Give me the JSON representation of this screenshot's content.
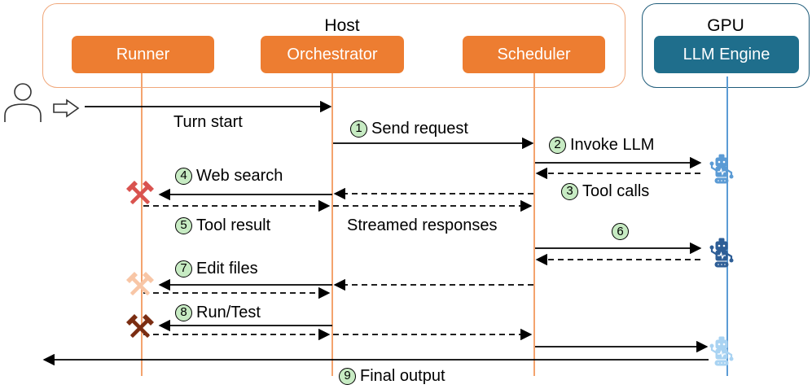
{
  "colors": {
    "host_border": "#F0A77A",
    "gpu_border": "#1F5C7A",
    "component_fill": "#ED7D31",
    "engine_fill": "#1F6E8C",
    "lifeline_orange": "#F4A36E",
    "lifeline_blue": "#5B9BD5",
    "step_badge_fill": "#C7EBC3",
    "arrow": "#000000"
  },
  "groups": {
    "host": {
      "title": "Host"
    },
    "gpu": {
      "title": "GPU"
    }
  },
  "components": {
    "runner": "Runner",
    "orchestrator": "Orchestrator",
    "scheduler": "Scheduler",
    "llm_engine": "LLM Engine"
  },
  "actors": {
    "user": "user-icon"
  },
  "tools": [
    {
      "name": "web-search-tool-icon",
      "color": "#D9534F"
    },
    {
      "name": "edit-files-tool-icon",
      "color": "#F8C6A6"
    },
    {
      "name": "run-test-tool-icon",
      "color": "#7B2D12"
    }
  ],
  "robots": [
    {
      "name": "llm-robot-icon-1",
      "color": "#5B9BD5"
    },
    {
      "name": "llm-robot-icon-2",
      "color": "#2E5E96"
    },
    {
      "name": "llm-robot-icon-3",
      "color": "#A9D3F2"
    }
  ],
  "labels": {
    "turn_start": "Turn start",
    "send_request": {
      "num": "1",
      "text": "Send request"
    },
    "invoke_llm": {
      "num": "2",
      "text": "Invoke LLM"
    },
    "tool_calls": {
      "num": "3",
      "text": "Tool calls"
    },
    "web_search": {
      "num": "4",
      "text": "Web search"
    },
    "tool_result": {
      "num": "5",
      "text": "Tool result"
    },
    "streamed_responses": "Streamed responses",
    "step6": {
      "num": "6"
    },
    "edit_files": {
      "num": "7",
      "text": "Edit files"
    },
    "run_test": {
      "num": "8",
      "text": "Run/Test"
    },
    "final_output": {
      "num": "9",
      "text": "Final output"
    }
  }
}
